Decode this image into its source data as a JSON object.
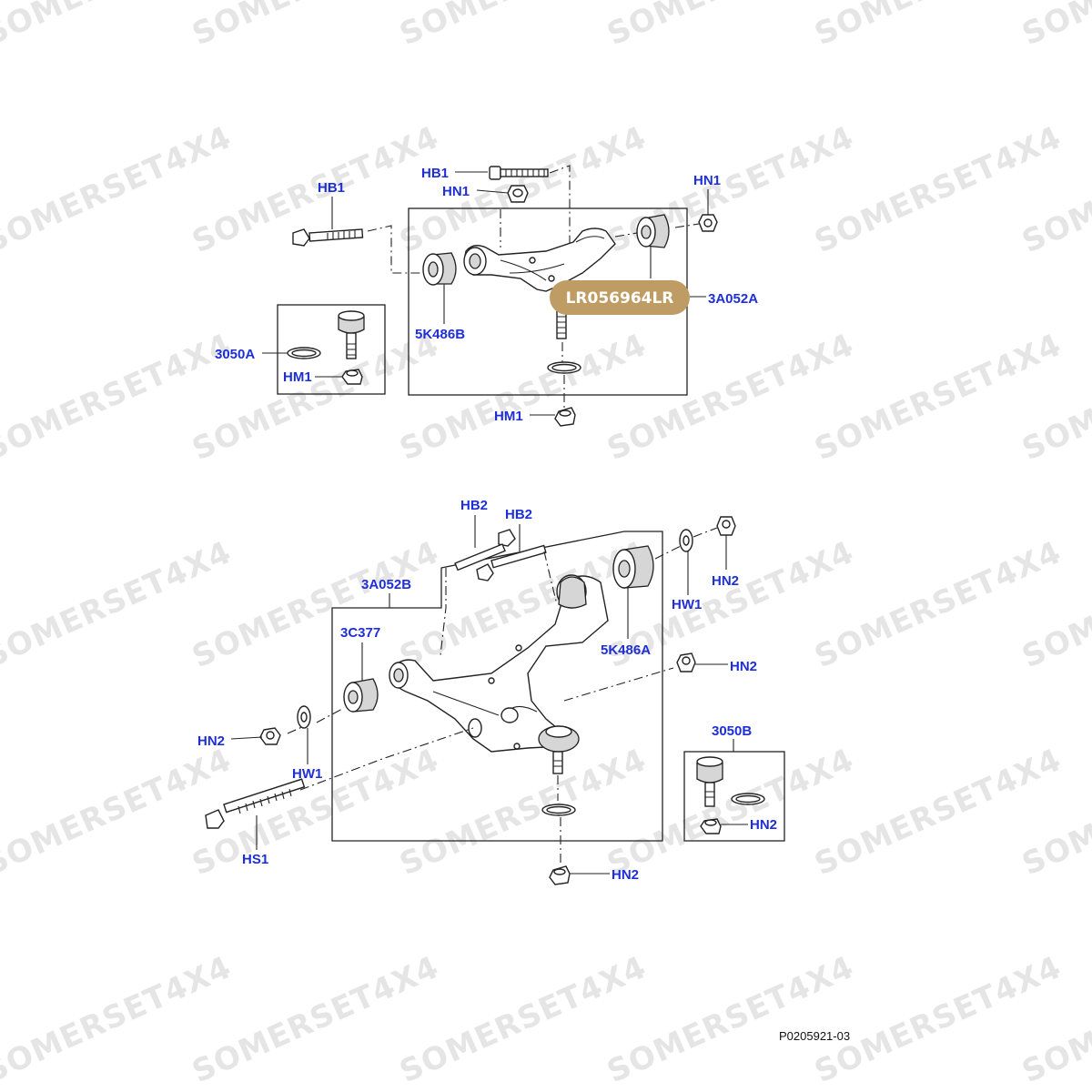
{
  "watermark": {
    "text": "SOMERSET4X4",
    "color": "#e5e5e5"
  },
  "colors": {
    "callout": "#1f2fd6",
    "highlight": "#bf9c63",
    "line": "#222222"
  },
  "highlight": {
    "part_number": "LR056964LR"
  },
  "reference": "P0205921-03",
  "upper_arm": {
    "callouts": {
      "hb1_top": "HB1",
      "hn1_top": "HN1",
      "hn1_right": "HN1",
      "hb1_left": "HB1",
      "bushing": "5K486B",
      "arm": "3A052A",
      "ball_joint_kit": "3050A",
      "hm1_kit": "HM1",
      "hm1_bottom": "HM1"
    }
  },
  "lower_arm": {
    "callouts": {
      "hb2_a": "HB2",
      "hb2_b": "HB2",
      "arm": "3A052B",
      "front_bushing": "3C377",
      "rear_bushing": "5K486A",
      "hw1_right": "HW1",
      "hn2_right_top": "HN2",
      "hn2_right_mid": "HN2",
      "hn2_left": "HN2",
      "hw1_left": "HW1",
      "hs1": "HS1",
      "hn2_bottom": "HN2",
      "ball_joint_kit": "3050B",
      "hn2_kit": "HN2"
    }
  }
}
